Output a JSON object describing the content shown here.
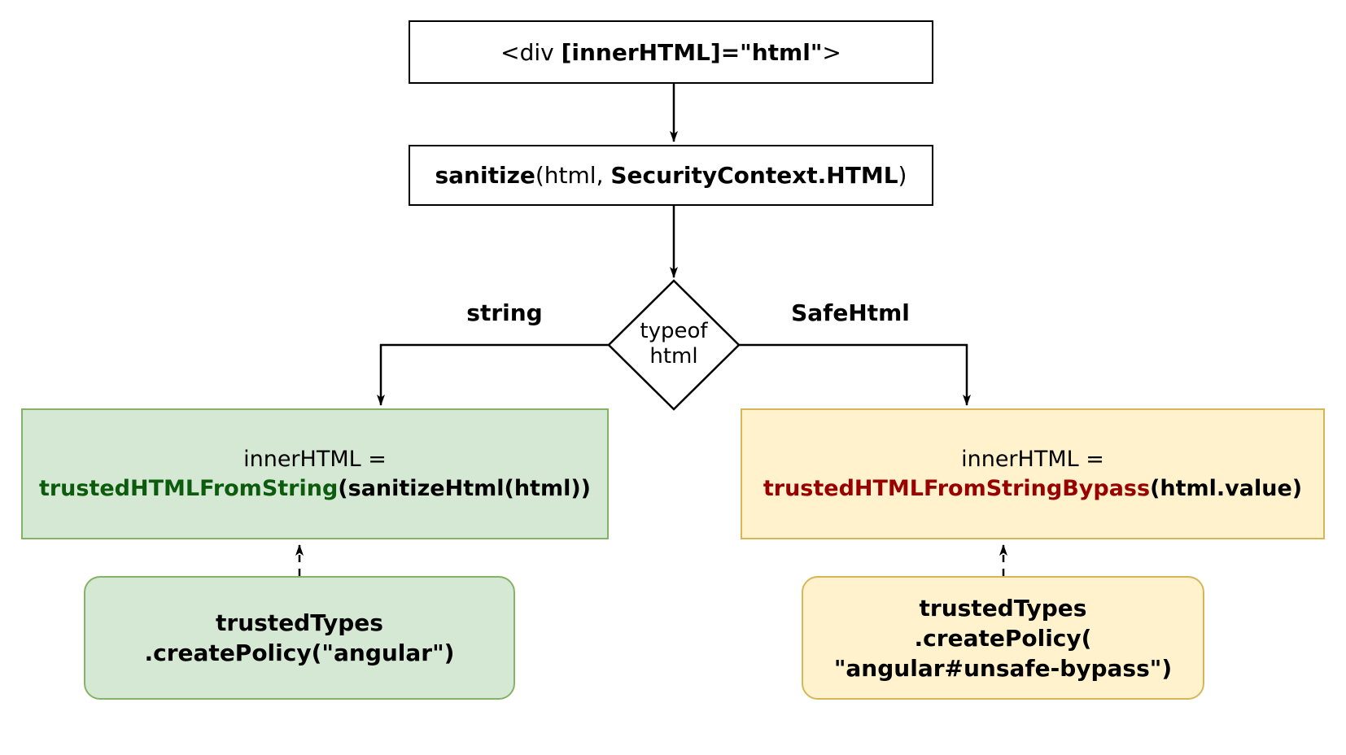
{
  "title": "Angular innerHTML Trusted Types sanitization flow",
  "colors": {
    "line": "#000000",
    "node_bg": "#ffffff",
    "green_fill": "#d5e8d4",
    "green_border": "#82b366",
    "yellow_fill": "#fff2cc",
    "yellow_border": "#d6b656",
    "green_text": "#0d5c0d",
    "red_text": "#990000",
    "text": "#000000"
  },
  "nodes": {
    "template_box": {
      "prefix": "<div ",
      "bold": "[innerHTML]=\"html\"",
      "suffix": ">"
    },
    "sanitize_box": {
      "bold1": "sanitize",
      "mid": "(html, ",
      "bold2": "SecurityContext.HTML",
      "suffix": ")"
    },
    "decision": {
      "line1": "typeof",
      "line2": "html"
    },
    "branch_left_label": "string",
    "branch_right_label": "SafeHtml",
    "string_box": {
      "line1": "innerHTML =",
      "fn": "trustedHTMLFromString",
      "args": "(sanitizeHtml(html))"
    },
    "safehtml_box": {
      "line1": "innerHTML =",
      "fn": "trustedHTMLFromStringBypass",
      "args": "(html.value)"
    },
    "policy_angular": {
      "line1": "trustedTypes",
      "line2": ".createPolicy(\"angular\")"
    },
    "policy_bypass": {
      "line1": "trustedTypes",
      "line2": ".createPolicy(",
      "line3": "\"angular#unsafe-bypass\")"
    }
  }
}
